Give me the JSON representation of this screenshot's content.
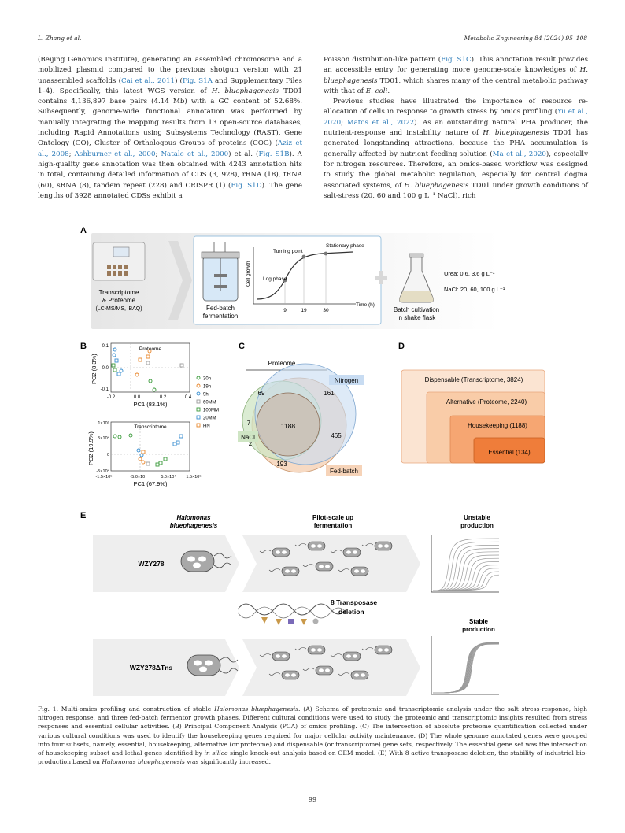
{
  "header": {
    "left": "L. Zhang et al.",
    "right": "Metabolic Engineering 84 (2024) 95–108"
  },
  "left_column": {
    "p1_a": "(Beijing Genomics Institute), generating an assembled chromosome and a mobilized plasmid compared to the previous shotgun version with 21 unassembled scaffolds (",
    "ref_cai": "Cai et al., 2011",
    "p1_b": ") (",
    "ref_s1a": "Fig. S1A",
    "p1_c": " and Supplementary Files 1–4). Specifically, this latest WGS version of ",
    "species1": "H. bluephagenesis",
    "p1_d": " TD01 contains 4,136,897 base pairs (4.14 Mb) with a GC content of 52.68%. Subsequently, genome-wide functional annotation was performed by manually integrating the mapping results from 13 open-source databases, including Rapid Annotations using Subsystems Technology (RAST), Gene Ontology (GO), Cluster of Orthologous Groups of proteins (COG) (",
    "ref_aziz": "Aziz et al., 2008",
    "sep1": "; ",
    "ref_ashburner": "Ashburner et al., 2000",
    "sep2": "; ",
    "ref_natale": "Natale et al., 2000",
    "p1_e": ") et al. (",
    "ref_s1b": "Fig. S1B",
    "p1_f": "). A high-quality gene annotation was then obtained with 4243 annotation hits in total, containing detailed information of CDS (3, 928), rRNA (18), tRNA (60), sRNA (8), tandem repeat (228) and CRISPR (1) (",
    "ref_s1d": "Fig. S1D",
    "p1_g": "). The gene lengths of 3928 annotated CDSs exhibit a"
  },
  "right_column": {
    "p1_a": "Poisson distribution-like pattern (",
    "ref_s1c": "Fig. S1C",
    "p1_b": "). This annotation result provides an accessible entry for generating more genome-scale knowledges of ",
    "species1": "H. bluephagenesis",
    "p1_c": " TD01, which shares many of the central metabolic pathway with that of ",
    "species2": "E. coli.",
    "p2_a": "Previous studies have illustrated the importance of resource re-allocation of cells in response to growth stress by omics profiling (",
    "ref_yu": "Yu et al., 2020",
    "sep1": "; ",
    "ref_matos": "Matos et al., 2022",
    "p2_b": "). As an outstanding natural PHA producer, the nutrient-response and instability nature of ",
    "species3": "H. bluephagenesis",
    "p2_c": " TD01 has generated longstanding attractions, because the PHA accumulation is generally affected by nutrient feeding solution (",
    "ref_ma": "Ma et al., 2020",
    "p2_d": "), especially for nitrogen resources. Therefore, an omics-based workflow was designed to study the global metabolic regulation, especially for central dogma associated systems, of ",
    "species4": "H. bluephagenesis",
    "p2_e": " TD01 under growth conditions of salt-stress (20, 60 and 100 g L⁻¹ NaCl), rich"
  },
  "figure": {
    "panel_a": {
      "label": "A",
      "omics_line1": "Transcriptome",
      "omics_line2": "& Proteome",
      "omics_line3": "(LC-MS/MS, iBAQ)",
      "fermenter_line1": "Fed-batch",
      "fermenter_line2": "fermentation",
      "ylabel": "Cell growth",
      "xlabel": "Time (h)",
      "turning_point": "Turning point",
      "stationary_phase": "Stationary phase",
      "log_phase": "Log phase",
      "ticks": [
        "9",
        "19",
        "30"
      ],
      "flask_line1": "Batch cultivation",
      "flask_line2": "in shake flask",
      "urea": "Urea: 0.6, 3.6 g L⁻¹",
      "nacl": "NaCl: 20, 60, 100 g L⁻¹"
    },
    "panel_b": {
      "label": "B",
      "top": {
        "title": "Proteome",
        "xlabel": "PC1 (83.1%)",
        "ylabel": "PC2 (8.3%)",
        "xticks": [
          "-0.2",
          "0.0",
          "0.2",
          "0.4"
        ],
        "yticks": [
          "0.1",
          "0.0",
          "-0.1"
        ]
      },
      "bottom": {
        "title": "Transcriptome",
        "xlabel": "PC1 (67.9%)",
        "ylabel": "PC2 (19.9%)",
        "xticks": [
          "-1.5×10⁵",
          "-5.0×10⁴",
          "5.0×10⁴",
          "1.5×10⁵"
        ],
        "yticks": [
          "1×10⁵",
          "5×10⁴",
          "0",
          "-5×10⁴"
        ]
      },
      "legend": [
        {
          "label": "30h",
          "color": "#3a9a3a",
          "shape": "circle"
        },
        {
          "label": "19h",
          "color": "#e8852a",
          "shape": "circle"
        },
        {
          "label": "9h",
          "color": "#3a8fd0",
          "shape": "circle"
        },
        {
          "label": "60MM",
          "color": "#9a9a9a",
          "shape": "square"
        },
        {
          "label": "100MM",
          "color": "#3a9a3a",
          "shape": "square"
        },
        {
          "label": "20MM",
          "color": "#3a8fd0",
          "shape": "square"
        },
        {
          "label": "HN",
          "color": "#e8852a",
          "shape": "square"
        }
      ]
    },
    "panel_c": {
      "label": "C",
      "title": "Proteome",
      "sets": [
        "Nitrogen",
        "NaCl",
        "Fed-batch"
      ],
      "counts": {
        "center": "1188",
        "n_only": "161",
        "n_nacl": "69",
        "nacl_only": "7",
        "n_fed": "465",
        "nacl_fed": "2",
        "fed_only": "193"
      },
      "colors": {
        "nitrogen": "#c8dcf2",
        "nacl": "#cfe5c4",
        "fedbatch": "#f6d3b8"
      }
    },
    "panel_d": {
      "label": "D",
      "levels": [
        {
          "text": "Dispensable (Transcriptome, 3824)",
          "color": "#fbe4d2"
        },
        {
          "text": "Alternative (Proteome, 2240)",
          "color": "#f9cca8"
        },
        {
          "text": "Housekeeping (1188)",
          "color": "#f6a672"
        },
        {
          "text": "Essential (134)",
          "color": "#ef7d3a"
        }
      ]
    },
    "panel_e": {
      "label": "E",
      "species_line1": "Halomonas",
      "species_line2": "bluephagenesis",
      "strain1": "WZY278",
      "strain2": "WZY278ΔTns",
      "pilot_line1": "Pilot-scale up",
      "pilot_line2": "fermentation",
      "unstable_line1": "Unstable",
      "unstable_line2": "production",
      "transposase_line1": "8 Transposase",
      "transposase_line2": "deletion",
      "stable_line1": "Stable",
      "stable_line2": "production"
    }
  },
  "caption": {
    "fig_label": "Fig. 1.",
    "text_a": " Multi-omics profiling and construction of stable ",
    "species": "Halomonas bluephagenesis",
    "text_b": ". (A) Schema of proteomic and transcriptomic analysis under the salt stress-response, high nitrogen response, and three fed-batch fermentor growth phases. Different cultural conditions were used to study the proteomic and transcriptomic insights resulted from stress responses and essential cellular activities. (B) Principal Component Analysis (PCA) of omics profiling. (C) The intersection of absolute proteome quantification collected under various cultural conditions was used to identify the housekeeping genes required for major cellular activity maintenance. (D) The whole genome annotated genes were grouped into four subsets, namely, essential, housekeeping, alternative (or proteome) and dispensable (or transcriptome) gene sets, respectively. The essential gene set was the intersection of housekeeping subset and lethal genes identified by ",
    "in_silico": "in silico",
    "text_c": " single knock-out analysis based on GEM model. (E) With 8 active transposase deletion, the stability of industrial bio-production based on ",
    "species2": "Halomonas bluephagenesis",
    "text_d": " was significantly increased."
  },
  "page_number": "99"
}
